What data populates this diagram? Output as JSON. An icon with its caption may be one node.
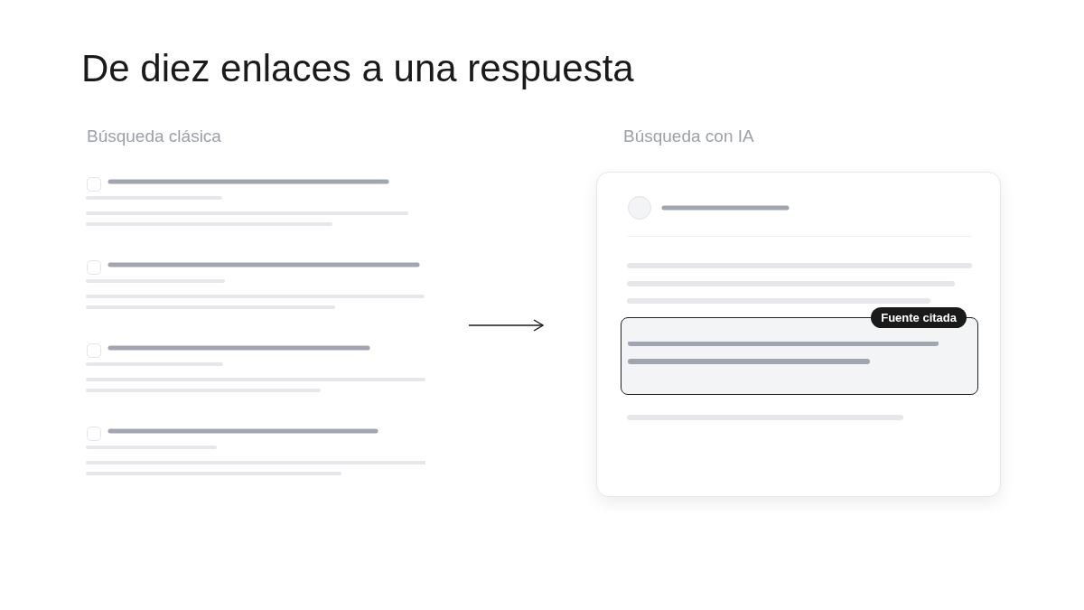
{
  "diagram": {
    "title": "De diez enlaces a una respuesta",
    "nodes": [
      {
        "text": [
          "Búsqueda clásica"
        ]
      },
      {
        "text": [
          "Búsqueda con IA"
        ]
      },
      {
        "text": [
          "Fuente citada"
        ],
        "in": 1
      }
    ],
    "edges": [
      {
        "from": 0,
        "to": 1,
        "arrow": "to"
      }
    ]
  }
}
